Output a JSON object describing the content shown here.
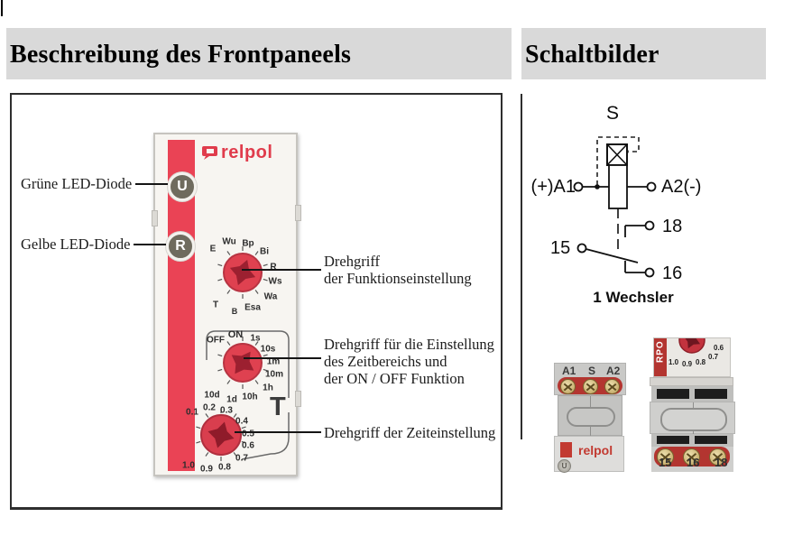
{
  "headers": {
    "left": "Beschreibung des Frontpaneels",
    "right": "Schaltbilder"
  },
  "front_panel": {
    "brand": "relpol",
    "green_led_label": "Grüne LED-Diode",
    "yellow_led_label": "Gelbe LED-Diode",
    "led_u": "U",
    "led_r": "R",
    "t_marker": "T",
    "function_knob_caption": [
      "Drehgriff",
      "der Funktionseinstellung"
    ],
    "range_knob_caption": [
      "Drehgriff für die Einstellung",
      "des Zeitbereichs und",
      "der ON / OFF Funktion"
    ],
    "time_knob_caption": [
      "Drehgriff der Zeiteinstellung"
    ],
    "function_dial": [
      "E",
      "Wu",
      "Bp",
      "Bi",
      "R",
      "Ws",
      "Wa",
      "Esa",
      "B",
      "T"
    ],
    "range_dial": [
      "OFF",
      "ON",
      "1s",
      "10s",
      "1m",
      "10m",
      "1h",
      "10h",
      "1d",
      "10d"
    ],
    "time_dial": [
      "0.1",
      "0.2",
      "0.3",
      "0.4",
      "0.5",
      "0.6",
      "0.7",
      "0.8",
      "0.9",
      "1.0"
    ]
  },
  "schematic": {
    "s_label": "S",
    "a1_label": "(+)A1",
    "a2_label": "A2(-)",
    "t15": "15",
    "t16": "16",
    "t18": "18",
    "caption": "1 Wechsler"
  },
  "photos": {
    "top_view": {
      "t_a1": "A1",
      "t_s": "S",
      "t_a2": "A2",
      "brand": "relpol",
      "led": "U"
    },
    "bottom_view": {
      "model": "RPO",
      "dial": [
        "1.0",
        "0.9",
        "0.8",
        "0.7",
        "0.6"
      ],
      "t15": "15",
      "t16": "16",
      "t18": "18"
    }
  },
  "colors": {
    "header_bg": "#d9d9d9",
    "accent_red": "#ea4355",
    "photo_red": "#b33530"
  }
}
